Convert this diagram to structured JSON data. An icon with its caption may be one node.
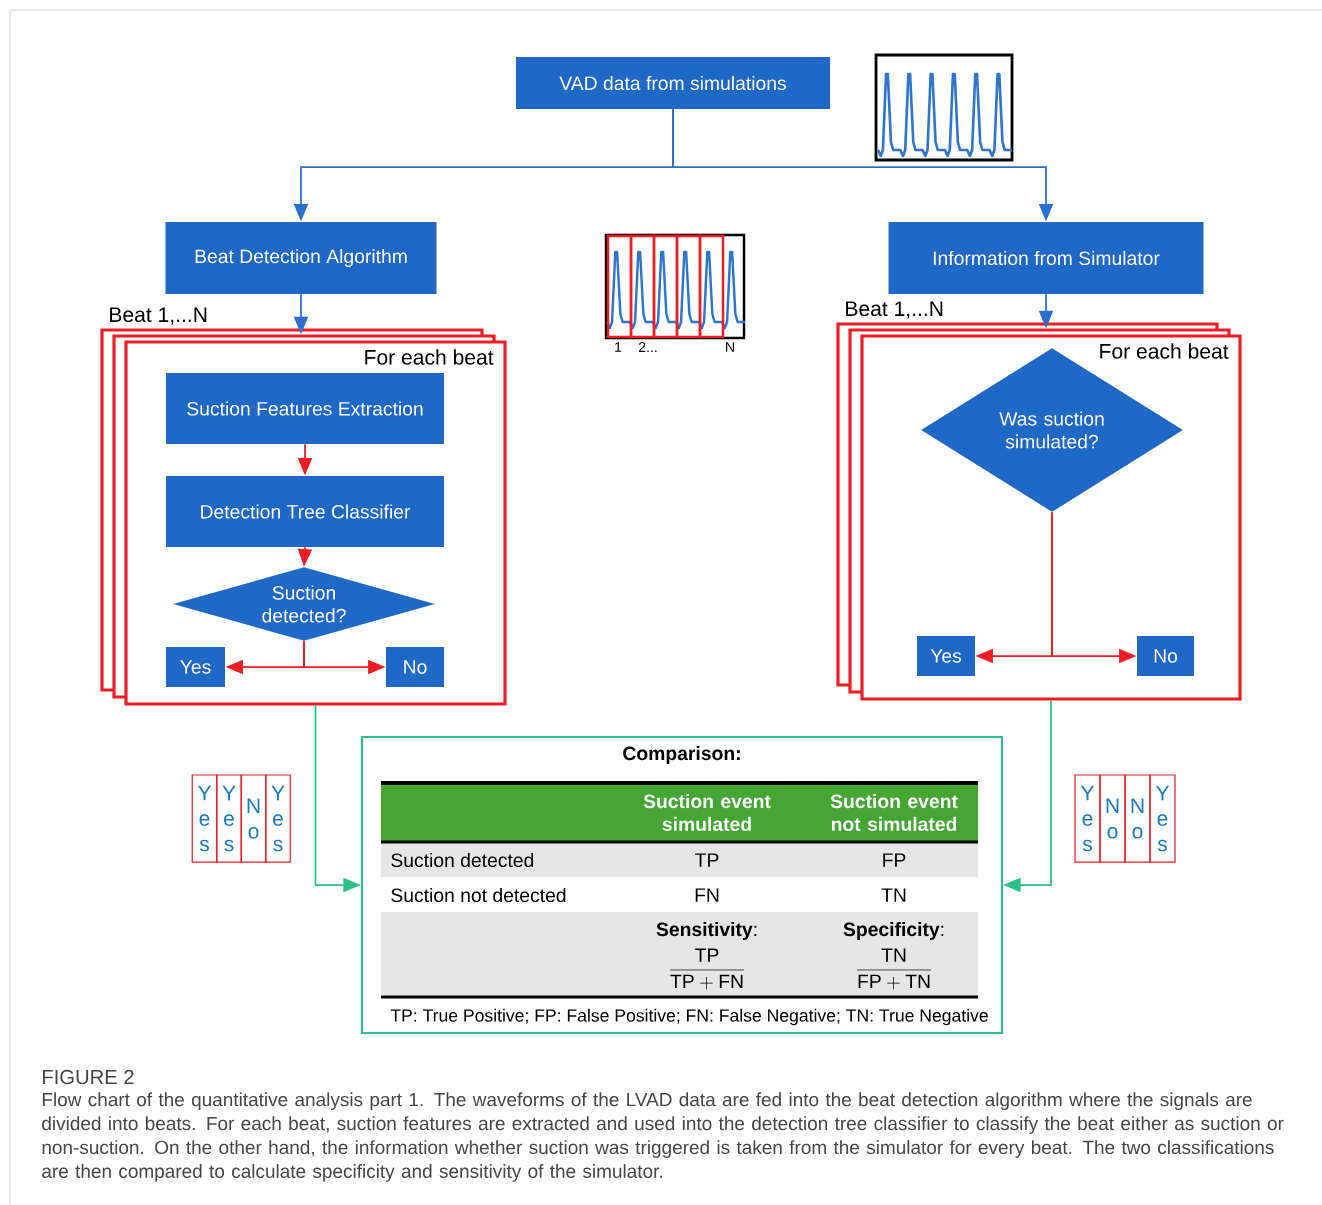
{
  "diagram": {
    "title": "FIGURE 2",
    "caption": "Flow chart of the quantitative analysis part 1. The waveforms of the LVAD data are fed into the beat detection algorithm where the signals are divided into beats. For each beat, suction features are extracted and used into the detection tree classifier to classify the beat either as suction or non-suction. On the other hand, the information whether suction was triggered is taken from the simulator for every beat. The two classifications are then compared to calculate specificity and sensitivity of the simulator.",
    "nodes": [
      {
        "text": [
          "VAD data from simulations"
        ]
      },
      {
        "text": [
          "Beat Detection Algorithm"
        ]
      },
      {
        "text": [
          "Information from Simulator"
        ]
      },
      {
        "text": [
          "For each beat"
        ],
        "beside": [
          "Beat 1,...N"
        ]
      },
      {
        "text": [
          "Suction Features Extraction"
        ],
        "in": 3
      },
      {
        "text": [
          "Detection Tree Classifier"
        ],
        "in": 3
      },
      {
        "text": [
          "Suction detected?"
        ],
        "in": 3
      },
      {
        "text": [
          "Yes"
        ],
        "in": 3
      },
      {
        "text": [
          "No"
        ],
        "in": 3
      },
      {
        "text": [
          "For each beat"
        ],
        "beside": [
          "Beat 1,...N"
        ]
      },
      {
        "text": [
          "Was suction simulated?"
        ],
        "in": 9
      },
      {
        "text": [
          "Yes"
        ],
        "in": 9
      },
      {
        "text": [
          "No"
        ],
        "in": 9
      },
      {
        "text": [
          "Comparison:",
          "TP: True Positive; FP: False Positive; FN: False Negative; TN: True Negative"
        ]
      },
      {
        "text": [
          "Yes"
        ]
      },
      {
        "text": [
          "Yes"
        ]
      },
      {
        "text": [
          "No"
        ]
      },
      {
        "text": [
          "Yes"
        ]
      },
      {
        "text": [
          "Yes"
        ]
      },
      {
        "text": [
          "No"
        ]
      },
      {
        "text": [
          "No"
        ]
      },
      {
        "text": [
          "Yes"
        ]
      }
    ],
    "edges": [
      {
        "from": 0,
        "to": 1,
        "arrow": "to",
        "color": "#2a6fd0"
      },
      {
        "from": 0,
        "to": 2,
        "arrow": "to",
        "color": "#2a6fd0"
      },
      {
        "from": 1,
        "to": 3,
        "arrow": "to",
        "color": "#2a6fd0"
      },
      {
        "from": 2,
        "to": 9,
        "arrow": "to",
        "color": "#2a6fd0"
      },
      {
        "from": 4,
        "to": 5,
        "arrow": "to"
      },
      {
        "from": 5,
        "to": 6,
        "arrow": "to"
      },
      {
        "from": 6,
        "to": 7,
        "arrow": "to"
      },
      {
        "from": 6,
        "to": 8,
        "arrow": "to"
      },
      {
        "from": 10,
        "to": 11,
        "arrow": "to"
      },
      {
        "from": 10,
        "to": 12,
        "arrow": "to"
      },
      {
        "from": 3,
        "to": 13,
        "arrow": "to",
        "color": "#2cc08b"
      },
      {
        "from": 9,
        "to": 13,
        "arrow": "to",
        "color": "#2cc08b"
      }
    ],
    "labels": [
      "1",
      "2...",
      "N",
      "Suction event simulated",
      "Suction event not simulated",
      "Suction detected",
      "TP",
      "FP",
      "Suction not detected",
      "FN",
      "TN",
      "**Sensitivity**:",
      "\\frac{\\mathrm{TP}}{\\mathrm{TP}+\\mathrm{FN}}",
      "**Specificity**:",
      "\\frac{\\mathrm{TN}}{\\mathrm{FP}+\\mathrm{TN}}"
    ]
  }
}
